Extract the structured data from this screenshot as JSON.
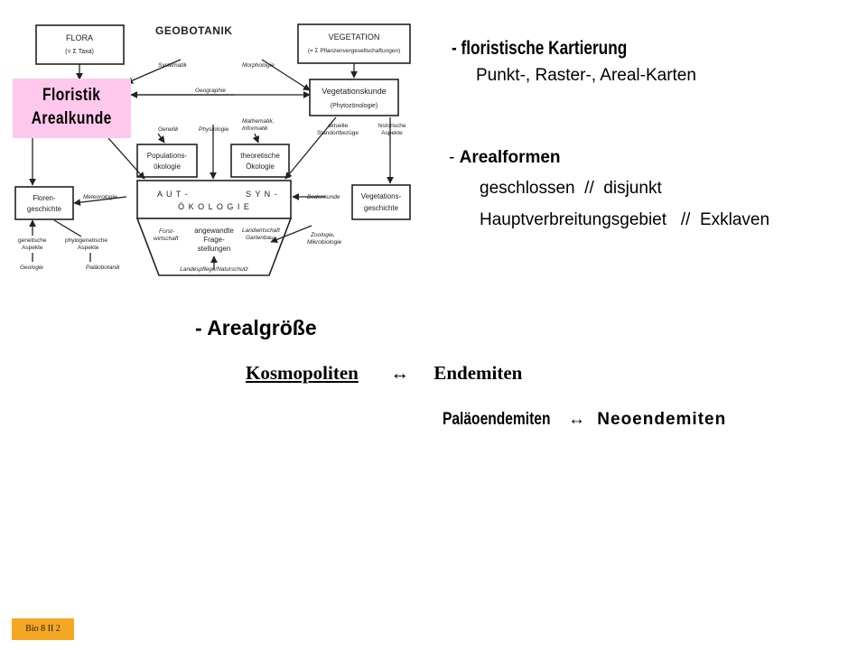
{
  "diagram": {
    "title": "GEOBOTANIK",
    "flora_box": {
      "line1": "FLORA",
      "line2": "(= Σ Taxa)"
    },
    "vegetation_box": {
      "line1": "VEGETATION",
      "line2": "(= Σ Pflanzenvergesellschaftungen)"
    },
    "vegetationskunde_box": {
      "line1": "Vegetationskunde",
      "line2": "(Phytozönologie)"
    },
    "populations_box": {
      "line1": "Populations-",
      "line2": "ökologie"
    },
    "theoretische_box": {
      "line1": "theoretische",
      "line2": "Ökologie"
    },
    "floren_box": {
      "line1": "Floren-",
      "line2": "geschichte"
    },
    "vegetations_geschichte_box": {
      "line1": "Vegetations-",
      "line2": "geschichte"
    },
    "oekologie": {
      "aut": "A U T -",
      "syn": "S Y N -",
      "oekologie": "Ö K O L O G I E"
    },
    "funnel": {
      "center1": "angewandte",
      "center2": "Frage-",
      "center3": "stellungen",
      "left1": "Forst-",
      "left2": "wirtschaft",
      "right1": "Landwirtschaft",
      "right2": "Gartenbau",
      "bottom": "Landespflege/Naturschutz"
    },
    "labels": {
      "systematik": "Systematik",
      "morphologie": "Morphologie",
      "geographie": "Geographie",
      "genetik": "Genetik",
      "physiologie": "Physiologie",
      "mathematik1": "Mathematik,",
      "mathematik2": "Informatik",
      "aktuelle1": "aktuelle",
      "aktuelle2": "Standortbezüge",
      "historische1": "historische",
      "historische2": "Aspekte",
      "meteorologie": "Meteorologie",
      "bodenkunde": "Bodenkunde",
      "genetische1": "genetische",
      "genetische2": "Aspekte",
      "phylo1": "phylogenetische",
      "phylo2": "Aspekte",
      "geologie": "Geologie",
      "palaeobotanik": "Paläobotanik",
      "zoologie1": "Zoologie,",
      "zoologie2": "Mikrobiologie"
    }
  },
  "overlay_label": {
    "line1": "Floristik",
    "line2": "Arealkunde"
  },
  "text": {
    "kartierung_heading": "- floristische Kartierung",
    "kartierung_sub": "Punkt-, Raster-, Areal-Karten",
    "arealformen_dash": "- ",
    "arealformen_heading": "Arealformen",
    "arealformen_line1": "geschlossen  //  disjunkt",
    "arealformen_line2": "Hauptverbreitungsgebiet   //  Exklaven",
    "arealgroesse_heading": "- Arealgröße",
    "kosmopoliten": "Kosmopoliten",
    "arrow": "↔",
    "endemiten": "Endemiten",
    "palaeoendemiten": "Paläoendemiten",
    "neoendemiten": "Neoendemiten"
  },
  "badge": "Bio 8 II 2",
  "colors": {
    "pink_label": "#ffc8ec",
    "badge": "#f5a623"
  }
}
